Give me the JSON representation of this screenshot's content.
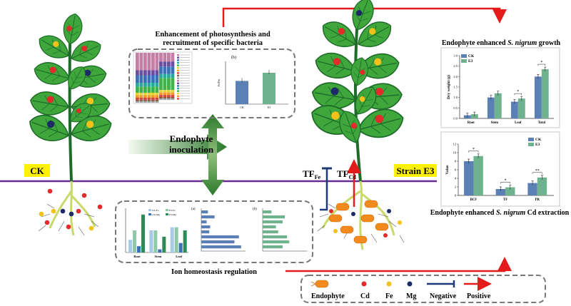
{
  "labels": {
    "photo_title_line1": "Enhancement of photosynthesis and",
    "photo_title_line2": "recruitment of specific bacteria",
    "inoculation_line1": "Endophyte",
    "inoculation_line2": "inoculation",
    "ck_label": "CK",
    "strain_label": "Strain E3",
    "tf_fe_main": "TF",
    "tf_fe_sub": "Fe",
    "tf_cd_main": "TF",
    "tf_cd_sub": "Cd",
    "growth_title_prefix": "Endophyte enhanced ",
    "growth_title_italic": "S. nigrum",
    "growth_title_suffix": " growth",
    "cd_title_prefix": "Endophyte enhanced ",
    "cd_title_italic": "S. nigrum",
    "cd_title_suffix": " Cd extraction",
    "ion_title": "Ion homeostasis regulation",
    "panel_b_top": "(b)",
    "panel_a_bottom": "(a)",
    "panel_b_bottom": "(b)"
  },
  "legend": {
    "items": [
      {
        "label": "Endophyte",
        "symbol": "endophyte-icon"
      },
      {
        "label": "Cd",
        "symbol": "dot",
        "color": "#e32b2b"
      },
      {
        "label": "Fe",
        "symbol": "dot",
        "color": "#f2c21b"
      },
      {
        "label": "Mg",
        "symbol": "dot",
        "color": "#1c2a66"
      },
      {
        "label": "Negative",
        "symbol": "negative-line"
      },
      {
        "label": "Positive",
        "symbol": "positive-arrow"
      }
    ]
  },
  "colors": {
    "ck": "#5b80b5",
    "e3": "#6fb28e",
    "cd": "#e32b2b",
    "fe": "#f2c21b",
    "mg": "#1c2a66",
    "leaf": "#3ea63a",
    "stem": "#1e6b2a",
    "positive": "#e31b1b",
    "negative": "#1f3a7a",
    "soil_line": "#6a2d8f",
    "label_bg": "#fff200"
  },
  "chart_data": [
    {
      "type": "bar",
      "name": "growth",
      "categories": [
        "Root",
        "Stem",
        "Leaf",
        "Total"
      ],
      "series": [
        {
          "name": "CK",
          "values": [
            0.15,
            1.0,
            0.8,
            2.0
          ]
        },
        {
          "name": "E3",
          "values": [
            0.2,
            1.2,
            0.95,
            2.35
          ]
        }
      ],
      "ylabel": "Dry weight (g)",
      "ylim": [
        0,
        3.0
      ],
      "yticks": [
        "0.0",
        "0.5",
        "1.0",
        "1.5",
        "2.0",
        "2.5",
        "3.0"
      ],
      "significance": [
        "",
        "",
        "*",
        "*"
      ]
    },
    {
      "type": "bar",
      "name": "cd_extraction",
      "categories": [
        "BCF",
        "TF",
        "PR"
      ],
      "series": [
        {
          "name": "CK",
          "values": [
            8.0,
            1.5,
            2.9
          ]
        },
        {
          "name": "E3",
          "values": [
            9.2,
            1.9,
            4.2
          ]
        }
      ],
      "ylabel": "Value",
      "ylim": [
        0,
        12
      ],
      "yticks": [
        "0",
        "2",
        "4",
        "6",
        "8",
        "10",
        "12"
      ],
      "significance": [
        "*",
        "*",
        "**"
      ]
    },
    {
      "type": "bar",
      "name": "photosynthesis",
      "categories": [
        "CK",
        "E3"
      ],
      "series": [
        {
          "name": "",
          "values": [
            6.5,
            8.8
          ]
        }
      ],
      "ylabel": "Fv/Fm",
      "ylim": [
        0,
        12
      ]
    },
    {
      "type": "bar",
      "name": "ion_content",
      "categories": [
        "Root",
        "Stem",
        "Leaf"
      ],
      "series": [
        {
          "name": "CK-Fe",
          "values": [
            4,
            7,
            8
          ]
        },
        {
          "name": "E3-Fe",
          "values": [
            7,
            7,
            8
          ]
        },
        {
          "name": "CK-Mg",
          "values": [
            2,
            1,
            3
          ]
        },
        {
          "name": "E3-Mg",
          "values": [
            12,
            5,
            7
          ]
        }
      ],
      "ylim": [
        0,
        14
      ]
    }
  ]
}
